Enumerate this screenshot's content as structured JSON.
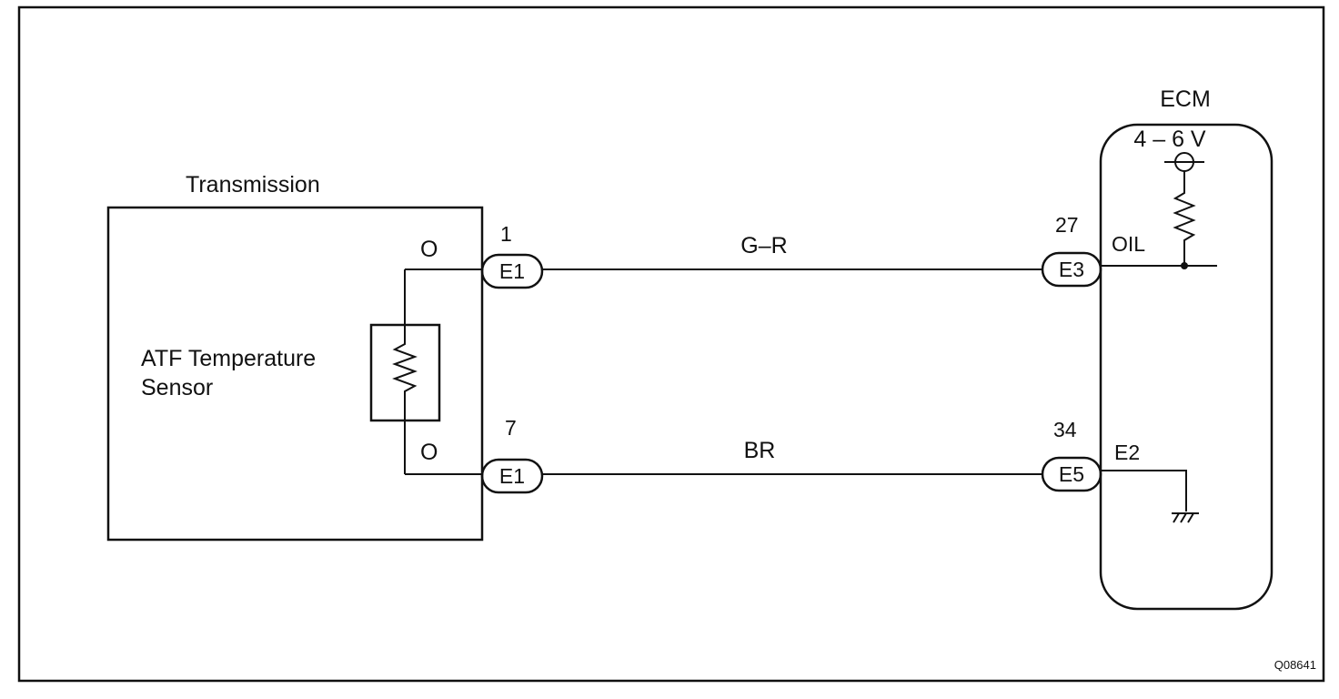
{
  "diagram": {
    "transmission_label": "Transmission",
    "sensor_label_line1": "ATF Temperature",
    "sensor_label_line2": "Sensor",
    "ecm_label": "ECM",
    "voltage_label": "4 – 6 V",
    "figure_id": "Q08641",
    "terminals": {
      "top_left_marker": "O",
      "bottom_left_marker": "O",
      "pin_top_left": "1",
      "pin_bottom_left": "7",
      "pin_top_right": "27",
      "pin_bottom_right": "34",
      "conn_top_left": "E1",
      "conn_bottom_left": "E1",
      "conn_top_right": "E3",
      "conn_bottom_right": "E5",
      "ecm_top_terminal": "OIL",
      "ecm_bottom_terminal": "E2"
    },
    "wires": {
      "top_wire_color": "G–R",
      "bottom_wire_color": "BR"
    }
  }
}
